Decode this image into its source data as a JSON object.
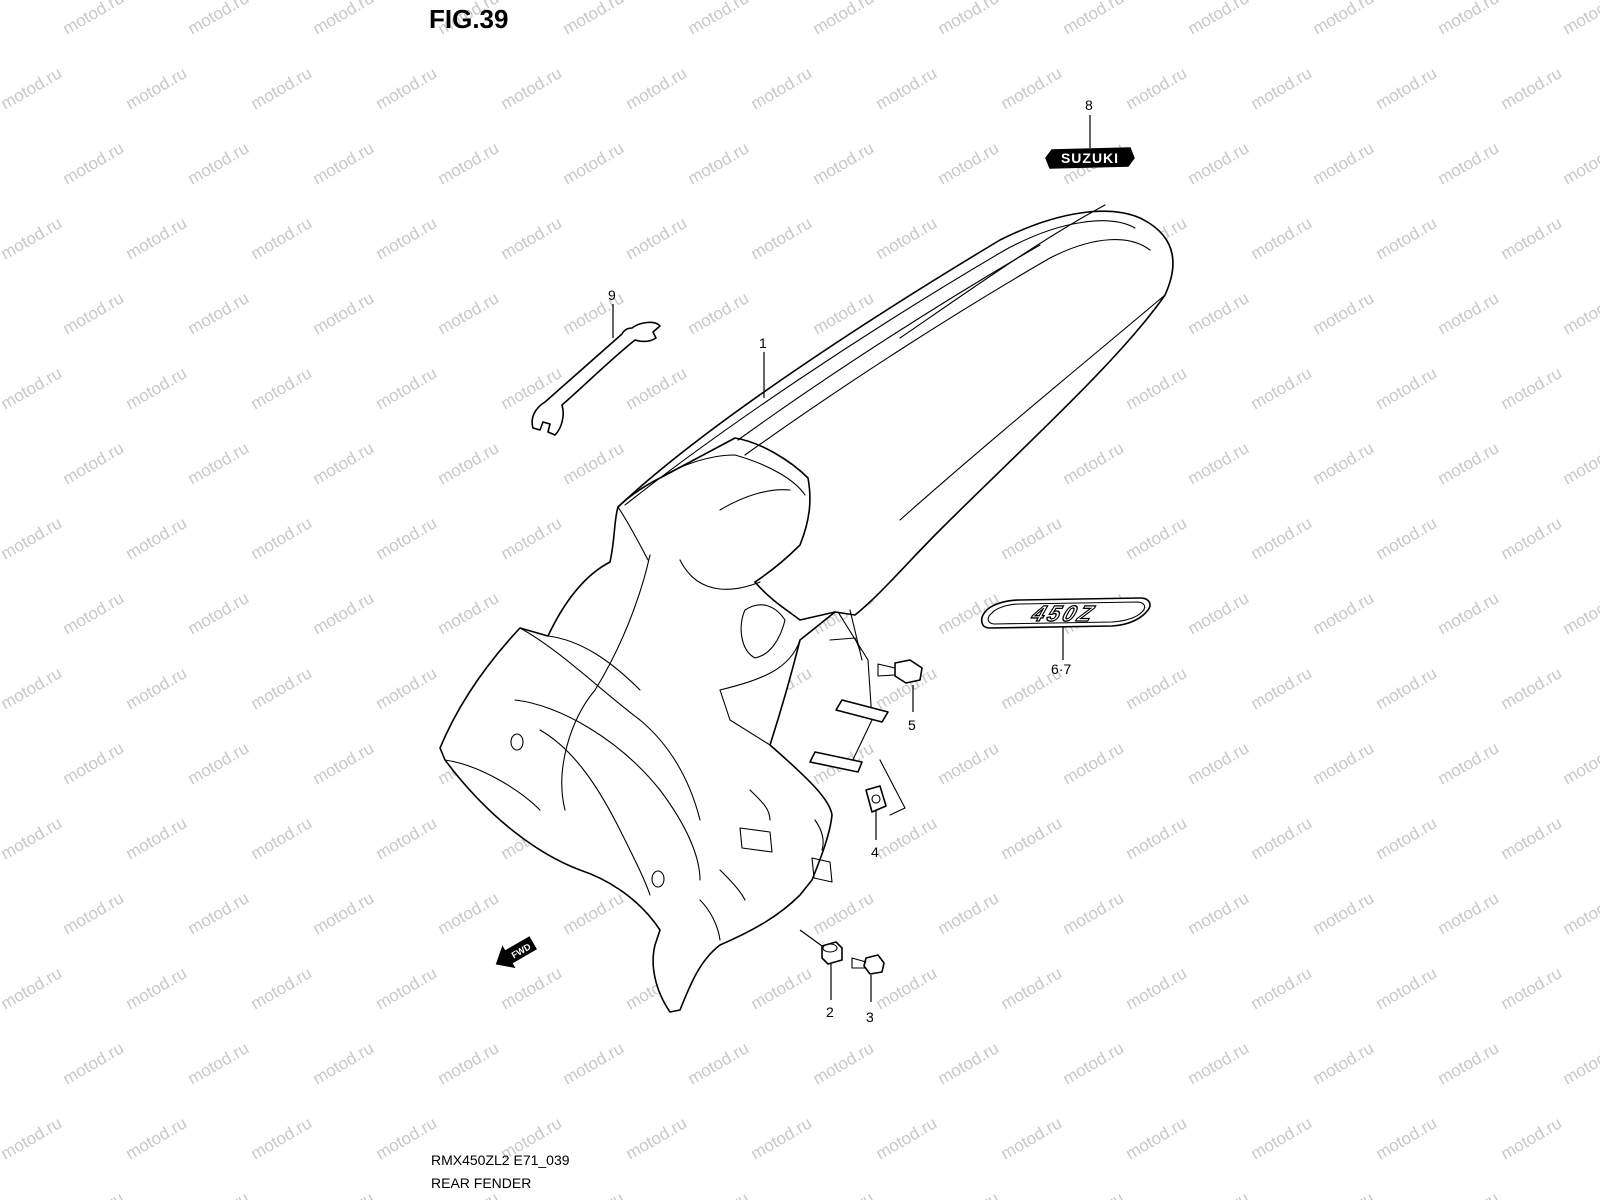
{
  "figure": {
    "title": "FIG.39",
    "model_code": "RMX450ZL2 E71_039",
    "section_name": "REAR FENDER"
  },
  "watermark": {
    "text": "motod.ru",
    "color": "#c8c8c8"
  },
  "parts": [
    {
      "id": "part-1",
      "label": "1"
    },
    {
      "id": "part-2",
      "label": "2"
    },
    {
      "id": "part-3",
      "label": "3"
    },
    {
      "id": "part-4",
      "label": "4"
    },
    {
      "id": "part-5",
      "label": "5"
    },
    {
      "id": "part-6-7",
      "label": "6·7"
    },
    {
      "id": "part-8",
      "label": "8"
    },
    {
      "id": "part-9",
      "label": "9"
    }
  ],
  "decals": {
    "brand": "SUZUKI",
    "model": "450Z"
  },
  "direction_marker": "FWD"
}
